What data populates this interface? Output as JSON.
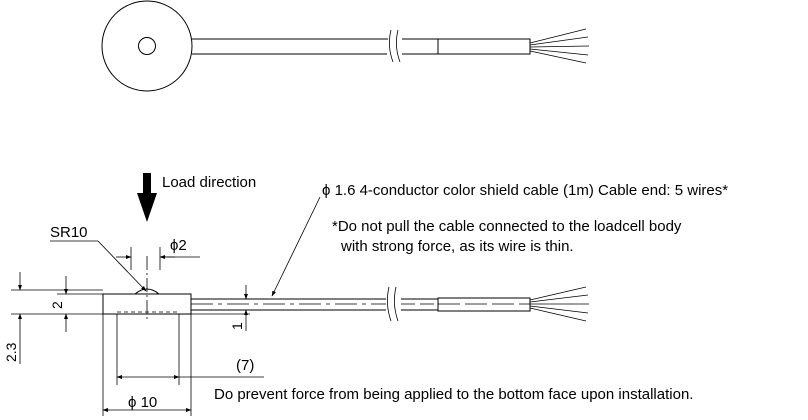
{
  "labels": {
    "load_direction": "Load direction",
    "cable_spec": "ϕ 1.6 4-conductor color shield cable (1m) Cable end: 5 wires*",
    "note_line1": "*Do not pull the cable connected to the loadcell body",
    "note_line2": "with strong force, as its wire is thin.",
    "bottom_note": "Do prevent force from being applied to the bottom face upon installation.",
    "sr10": "SR10",
    "phi2": "ϕ2",
    "dim_2": "2",
    "dim_1": "1",
    "dim_2_3": "2.3",
    "dim_7": "(7)",
    "phi10": "ϕ 10"
  }
}
